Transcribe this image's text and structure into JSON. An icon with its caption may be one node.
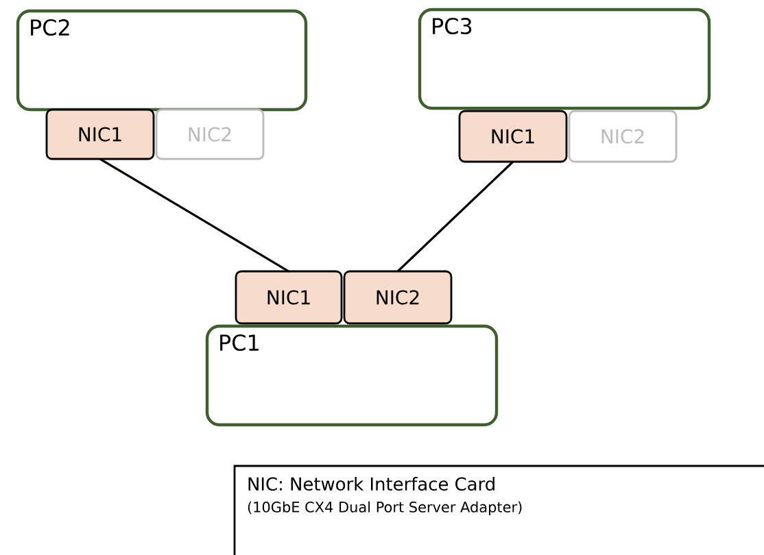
{
  "diagram": {
    "nodes": [
      {
        "text": [
          "PC2"
        ]
      },
      {
        "text": [
          "PC3"
        ]
      },
      {
        "text": [
          "NIC1"
        ]
      },
      {
        "text": [
          "NIC2"
        ]
      },
      {
        "text": [
          "NIC1"
        ]
      },
      {
        "text": [
          "NIC2"
        ]
      },
      {
        "text": [
          "NIC1"
        ]
      },
      {
        "text": [
          "NIC2"
        ]
      },
      {
        "text": [
          "PC1"
        ]
      },
      {
        "text": [
          "NIC: Network Interface Card",
          "(10GbE CX4 Dual Port Server Adapter)"
        ]
      }
    ],
    "edges": [
      {
        "from": 2,
        "to": 6,
        "arrow": "none"
      },
      {
        "from": 4,
        "to": 7,
        "arrow": "none"
      }
    ]
  }
}
